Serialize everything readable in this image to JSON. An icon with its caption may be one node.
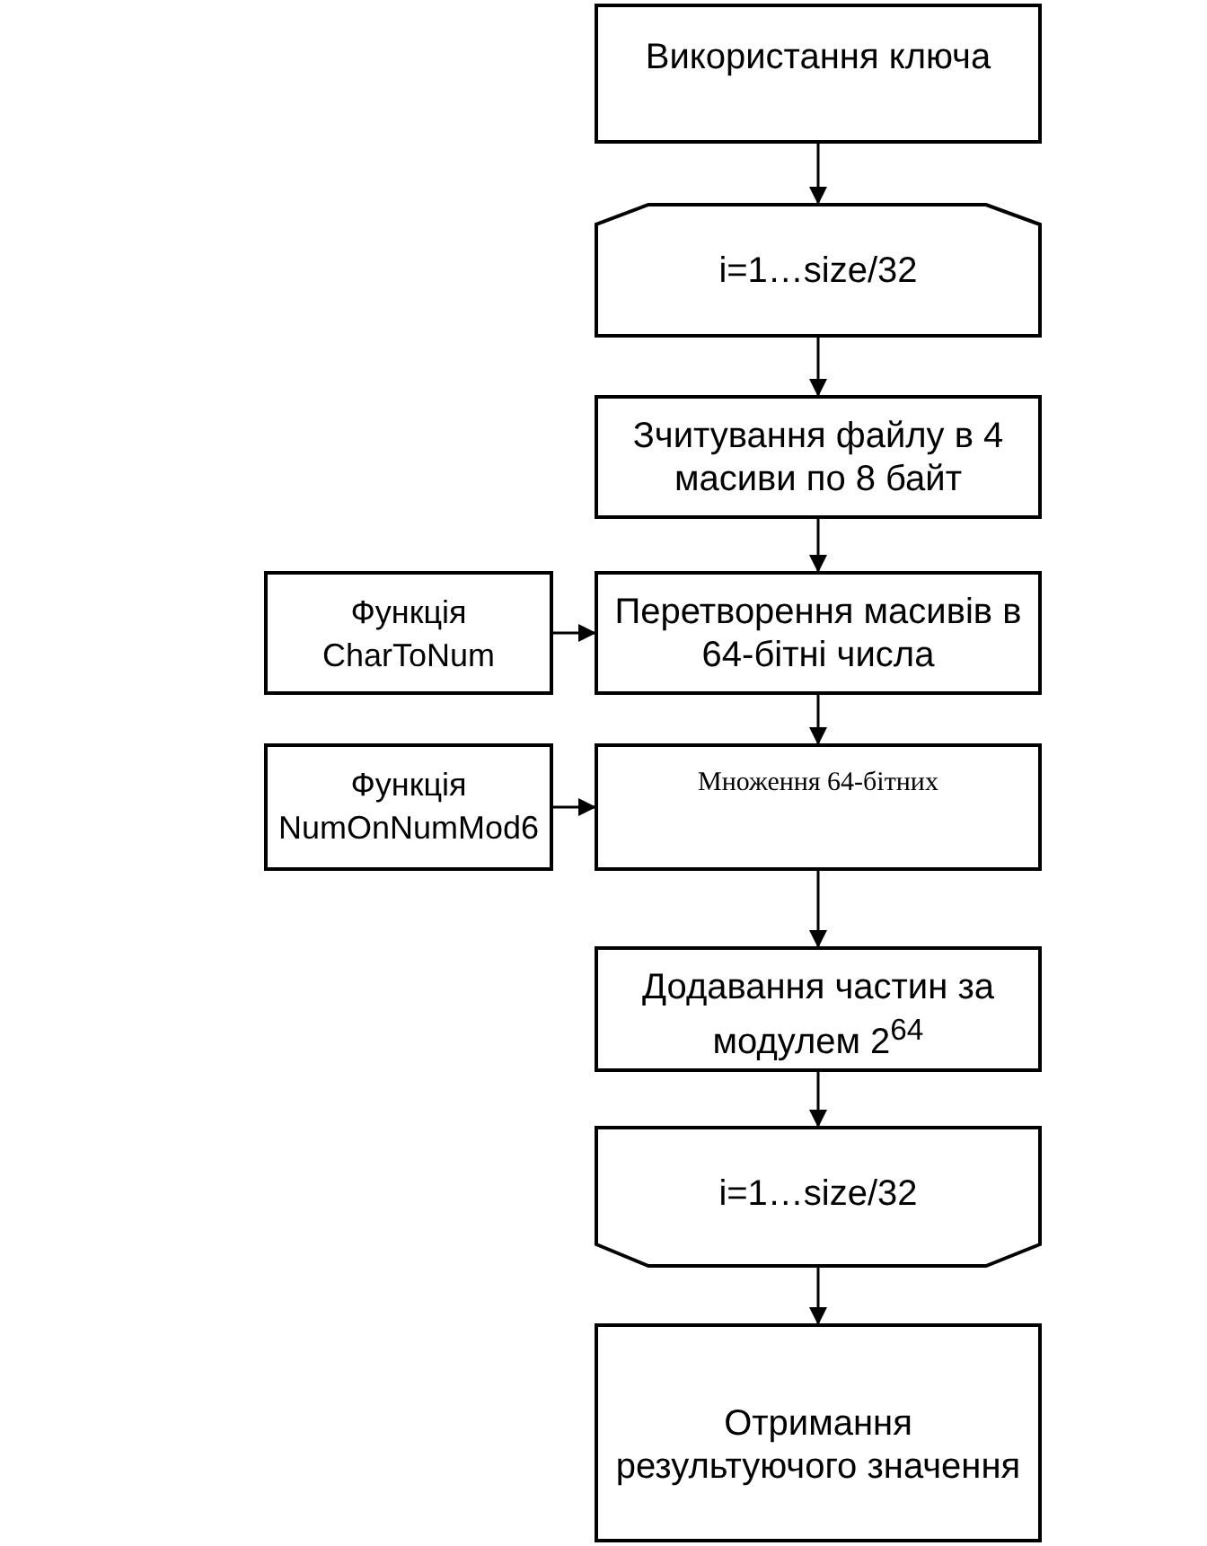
{
  "diagram": {
    "nodes": [
      {
        "text": [
          "Використання ключа"
        ]
      },
      {
        "text": [
          "i=1…size/32"
        ]
      },
      {
        "text": [
          "Зчитування файлу в 4 масиви по 8 байт"
        ]
      },
      {
        "text": [
          "Функція CharToNum"
        ]
      },
      {
        "text": [
          "Перетворення масивів в 64-бітні числа"
        ]
      },
      {
        "text": [
          "Функція NumOnNumMod6"
        ]
      },
      {
        "text": [
          "Множення 64-бітних"
        ]
      },
      {
        "text": [
          "Додавання частин за модулем 2$^{64}$"
        ]
      },
      {
        "text": [
          "i=1…size/32"
        ]
      },
      {
        "text": [
          "Отримання результуючого значення"
        ]
      }
    ],
    "edges": [
      {
        "from": 0,
        "to": 1,
        "arrow": "to"
      },
      {
        "from": 1,
        "to": 2,
        "arrow": "to"
      },
      {
        "from": 2,
        "to": 4,
        "arrow": "to"
      },
      {
        "from": 3,
        "to": 4,
        "arrow": "to"
      },
      {
        "from": 4,
        "to": 6,
        "arrow": "to"
      },
      {
        "from": 5,
        "to": 6,
        "arrow": "to"
      },
      {
        "from": 6,
        "to": 7,
        "arrow": "to"
      },
      {
        "from": 7,
        "to": 8,
        "arrow": "to"
      },
      {
        "from": 8,
        "to": 9,
        "arrow": "to"
      }
    ]
  }
}
